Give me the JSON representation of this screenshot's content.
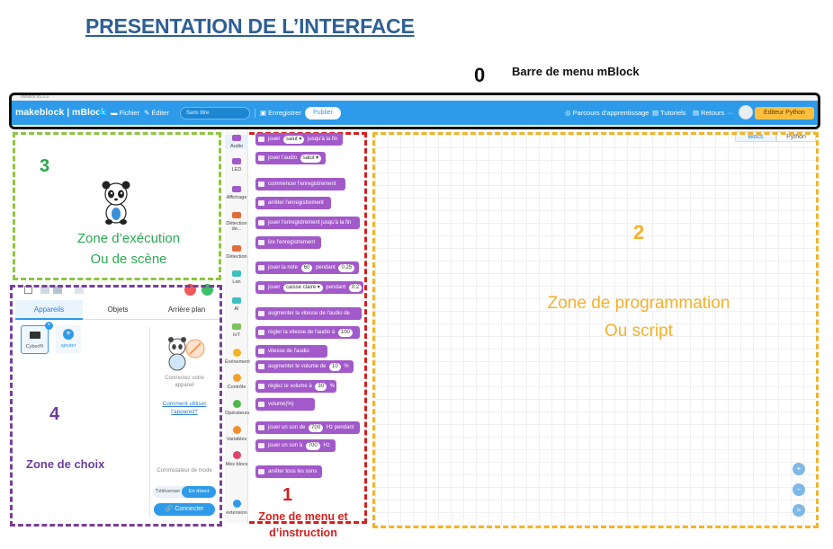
{
  "page_title": "PRESENTATION DE L’INTERFACE",
  "zone0": {
    "number": "0",
    "caption": "Barre de menu mBlock"
  },
  "window": {
    "title": "mBlock v5.3.0"
  },
  "menubar": {
    "brand": "makeblock | mBlock",
    "fichier": "Fichier",
    "editer": "Éditer",
    "project_name": "Sans titre",
    "enregistrer": "Enregistrer",
    "publier": "Publier",
    "parcours": "Parcours d'apprentissage",
    "tutoriels": "Tutoriels",
    "retours": "Retours",
    "more": "···",
    "python_editor": "Editeur Python",
    "accent": "#2d9bea"
  },
  "zone3": {
    "number": "3",
    "caption_line1": "Zone d’exécution",
    "caption_line2": "Ou de scène"
  },
  "zone4": {
    "number": "4",
    "caption": "Zone de choix",
    "tabs": [
      "Appareils",
      "Objets",
      "Arrière plan"
    ],
    "device_name": "CyberPi",
    "add_label": "ajouter",
    "connect_text": "Connectez votre appareil",
    "help_link": "Comment utiliser l'appareil?",
    "mode_label": "Commutateur de mode",
    "mode_upload": "Téléverser",
    "mode_live": "En direct",
    "connect_button": "Connecter"
  },
  "categories": [
    {
      "label": "Audio",
      "color": "#a259c9"
    },
    {
      "label": "LED",
      "color": "#a259c9"
    },
    {
      "label": "Affichage",
      "color": "#a259c9"
    },
    {
      "label": "Détection de...",
      "color": "#e06c3b"
    },
    {
      "label": "Détection",
      "color": "#e06c3b"
    },
    {
      "label": "Lan",
      "color": "#3ec0c0"
    },
    {
      "label": "AI",
      "color": "#3ec0c0"
    },
    {
      "label": "IoT",
      "color": "#7cc35f"
    },
    {
      "label": "Événement",
      "color": "#f0b429"
    },
    {
      "label": "Contrôle",
      "color": "#f0a12a"
    },
    {
      "label": "Opérateurs",
      "color": "#4cb84c"
    },
    {
      "label": "Variables",
      "color": "#f28c28"
    },
    {
      "label": "Mes blocs",
      "color": "#e0456b"
    },
    {
      "label": "extension",
      "color": "#2d9bea"
    }
  ],
  "blocks": [
    {
      "pre": "jouer",
      "p1": "salut ▾",
      "post": "jusqu'à la fin"
    },
    {
      "pre": "jouer l'audio",
      "p1": "salut ▾",
      "post": ""
    },
    {
      "pre": "commencer l'enregistrement",
      "p1": "",
      "post": ""
    },
    {
      "pre": "arrêter l'enregistrement",
      "p1": "",
      "post": ""
    },
    {
      "pre": "jouer l'enregistrement jusqu'à la fin",
      "p1": "",
      "post": ""
    },
    {
      "pre": "lire l'enregistrement",
      "p1": "",
      "post": ""
    },
    {
      "pre": "jouer la note",
      "p1": "60",
      "post": "pendant",
      "p2": "0.25"
    },
    {
      "pre": "jouer",
      "p1": "caisse claire ▾",
      "post": "pendant",
      "p2": "0.2"
    },
    {
      "pre": "augmenter la vitesse de l'audio de",
      "p1": "",
      "post": ""
    },
    {
      "pre": "régler la vitesse de l'audio à",
      "p1": "100",
      "post": ""
    },
    {
      "pre": "vitesse de l'audio",
      "p1": "",
      "post": ""
    },
    {
      "pre": "augmenter le volume de",
      "p1": "10",
      "post": "%"
    },
    {
      "pre": "réglez le volume à",
      "p1": "30",
      "post": "%"
    },
    {
      "pre": "volume(%)",
      "p1": "",
      "post": ""
    },
    {
      "pre": "jouer un son de",
      "p1": "700",
      "post": "Hz pendant"
    },
    {
      "pre": "jouer un son à",
      "p1": "700",
      "post": "Hz"
    },
    {
      "pre": "arrêter tous les sons",
      "p1": "",
      "post": ""
    }
  ],
  "zone1": {
    "number": "1",
    "caption_line1": "Zone de menu et",
    "caption_line2": "d’instruction"
  },
  "zone2": {
    "number": "2",
    "caption_line1": "Zone de programmation",
    "caption_line2": "Ou script",
    "view_tabs": [
      "Blocs",
      "Python"
    ]
  },
  "zoom_buttons": [
    "+",
    "−",
    "="
  ]
}
